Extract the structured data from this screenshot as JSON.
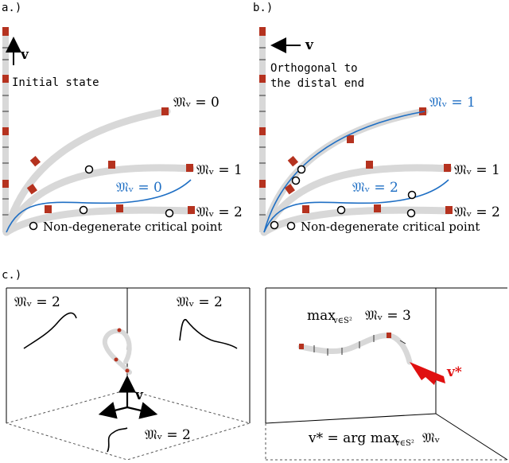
{
  "panels": {
    "a": {
      "label": "a.)",
      "vector": "v",
      "caption": "Initial state",
      "curve_labels": [
        "𝔐ᵥ = 0",
        "𝔐ᵥ = 1",
        "𝔐ᵥ = 2"
      ],
      "blue_label": "𝔐ᵥ = 0",
      "legend": "Non-degenerate critical point"
    },
    "b": {
      "label": "b.)",
      "vector": "v",
      "caption_line1": "Orthogonal to",
      "caption_line2": "the distal end",
      "blue_top_label": "𝔐ᵥ = 1",
      "curve_labels": [
        "𝔐ᵥ = 1",
        "𝔐ᵥ = 2"
      ],
      "blue_label": "𝔐ᵥ = 2",
      "legend": "Non-degenerate critical point"
    },
    "c": {
      "label": "c.)",
      "left_box": {
        "top_left_label": "𝔐ᵥ = 2",
        "top_right_label": "𝔐ᵥ = 2",
        "bottom_label": "𝔐ᵥ = 2",
        "axis_label": "v"
      },
      "right_box": {
        "max_label": "max",
        "max_subscript": "v∈S²",
        "max_rhs": "𝔐ᵥ = 3",
        "star_label": "v*",
        "bottom_label": "v* = arg max",
        "bottom_subscript": "v∈S²",
        "bottom_rhs": "𝔐ᵥ"
      }
    }
  },
  "colors": {
    "accent_blue": "#1f6fc4",
    "segment_red": "#b5321f",
    "tube_gray": "#d8d8d8",
    "highlight_red": "#e01010"
  }
}
